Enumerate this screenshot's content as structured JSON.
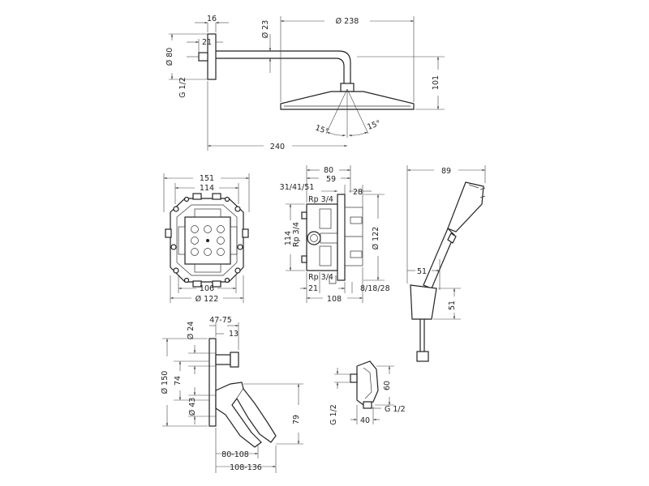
{
  "head_shower": {
    "dim_16": "16",
    "dim_21": "21",
    "dim_23": "Ø 23",
    "dim_238": "Ø 238",
    "dim_80": "Ø 80",
    "dim_g12": "G 1/2",
    "dim_101": "101",
    "angle_left": "15°",
    "angle_right": "15°",
    "dim_240": "240"
  },
  "box_front": {
    "dim_151": "151",
    "dim_114": "114",
    "dim_106": "106",
    "dim_122": "Ø 122"
  },
  "box_side": {
    "dim_80": "80",
    "dim_59": "59",
    "dim_31": "31/41/51",
    "dim_28": "28",
    "rp_top": "Rp 3/4",
    "rp_mid": "Rp 3/4",
    "rp_bot": "Rp 3/4",
    "dim_114": "114",
    "dim_122": "Ø 122",
    "dim_21": "21",
    "dim_8": "8/18/28",
    "dim_108": "108"
  },
  "hand_shower": {
    "dim_89": "89",
    "dim_51a": "51",
    "dim_51b": "51"
  },
  "mixer": {
    "dim_24": "Ø 24",
    "dim_4775": "47-75",
    "dim_13": "13",
    "dim_150": "Ø 150",
    "dim_74": "74",
    "dim_43": "Ø 43",
    "dim_79": "79",
    "dim_80108": "80-108",
    "dim_108136": "108-136"
  },
  "outlet": {
    "dim_60": "60",
    "dim_g12a": "G 1/2",
    "dim_g12b": "G 1/2",
    "dim_40": "40"
  }
}
